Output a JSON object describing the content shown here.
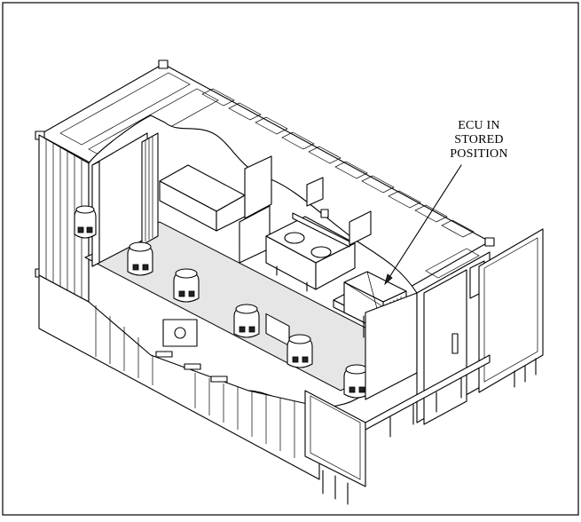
{
  "figure": {
    "callout_lines": [
      "ECU IN",
      "STORED",
      "POSITION"
    ]
  }
}
